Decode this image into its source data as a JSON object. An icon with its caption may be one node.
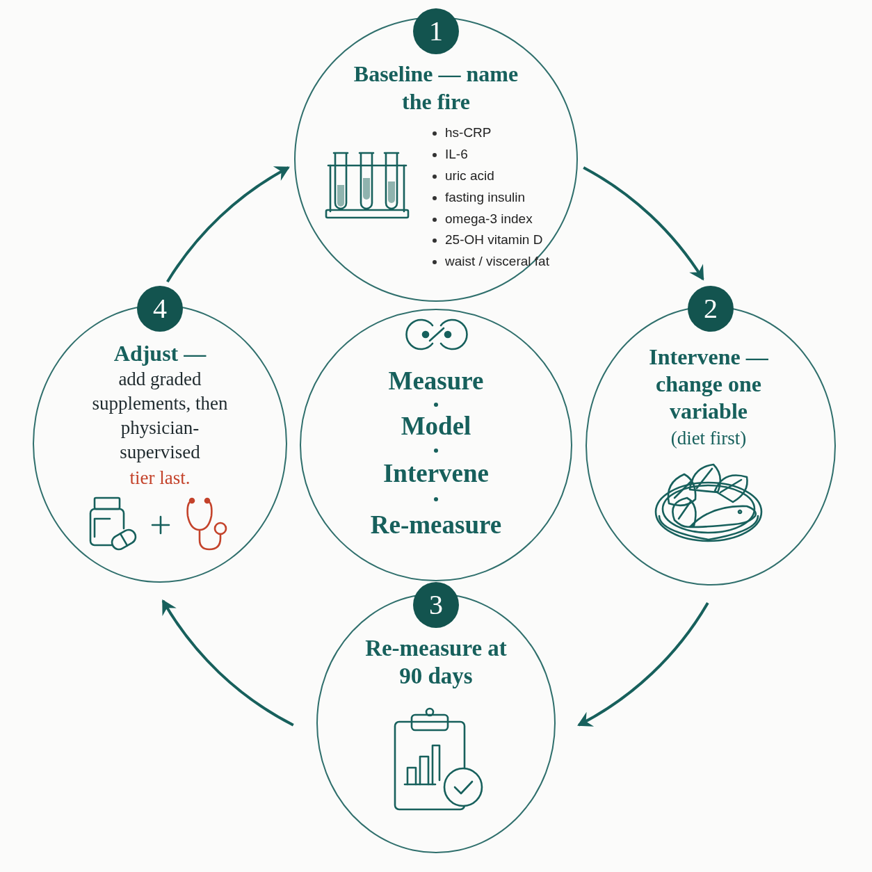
{
  "diagram": {
    "nodes": [
      {
        "text": [
          "1",
          "Baseline — name the fire",
          "hs-CRP",
          "IL-6",
          "uric acid",
          "fasting insulin",
          "omega-3 index",
          "25-OH vitamin D",
          "waist / visceral fat"
        ]
      },
      {
        "text": [
          "2",
          "Intervene — change one variable",
          "(diet first)"
        ]
      },
      {
        "text": [
          "3",
          "Re-measure at 90 days"
        ]
      },
      {
        "text": [
          "4",
          "Adjust —",
          "add graded supplements, then physician-supervised",
          "tier last."
        ]
      },
      {
        "text": [
          "Measure",
          "Model",
          "Intervene",
          "Re-measure"
        ]
      }
    ],
    "edges": [
      {
        "from": 0,
        "to": 1,
        "arrow": "to"
      },
      {
        "from": 1,
        "to": 2,
        "arrow": "to"
      },
      {
        "from": 2,
        "to": 3,
        "arrow": "to"
      },
      {
        "from": 3,
        "to": 0,
        "arrow": "to"
      }
    ]
  }
}
